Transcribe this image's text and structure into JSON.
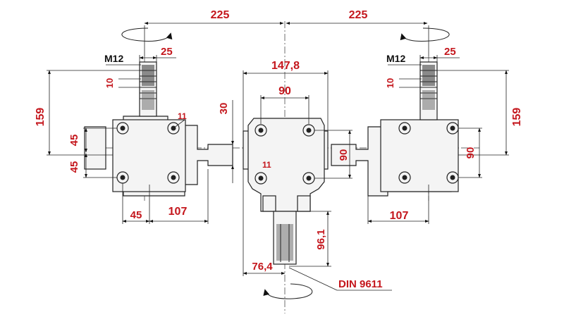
{
  "labels": {
    "width_left": "225",
    "width_right": "225",
    "thread_left": "M12",
    "thread_right": "M12",
    "shaft_left": "25",
    "shaft_right": "25",
    "key_left": "10",
    "key_right": "10",
    "height_left": "159",
    "height_right": "159",
    "hole_left": "11",
    "hole_center": "11",
    "body_width": "147,8",
    "bolt_span_center": "90",
    "offset_30": "30",
    "v45_top": "45",
    "v45_bottom": "45",
    "bolt_center_v": "90",
    "bolt_right_v": "90",
    "h45_left": "45",
    "h107_left": "107",
    "h107_right": "107",
    "shaft_length": "96,1",
    "shaft_offset": "76,4",
    "standard": "DIN 9611"
  }
}
